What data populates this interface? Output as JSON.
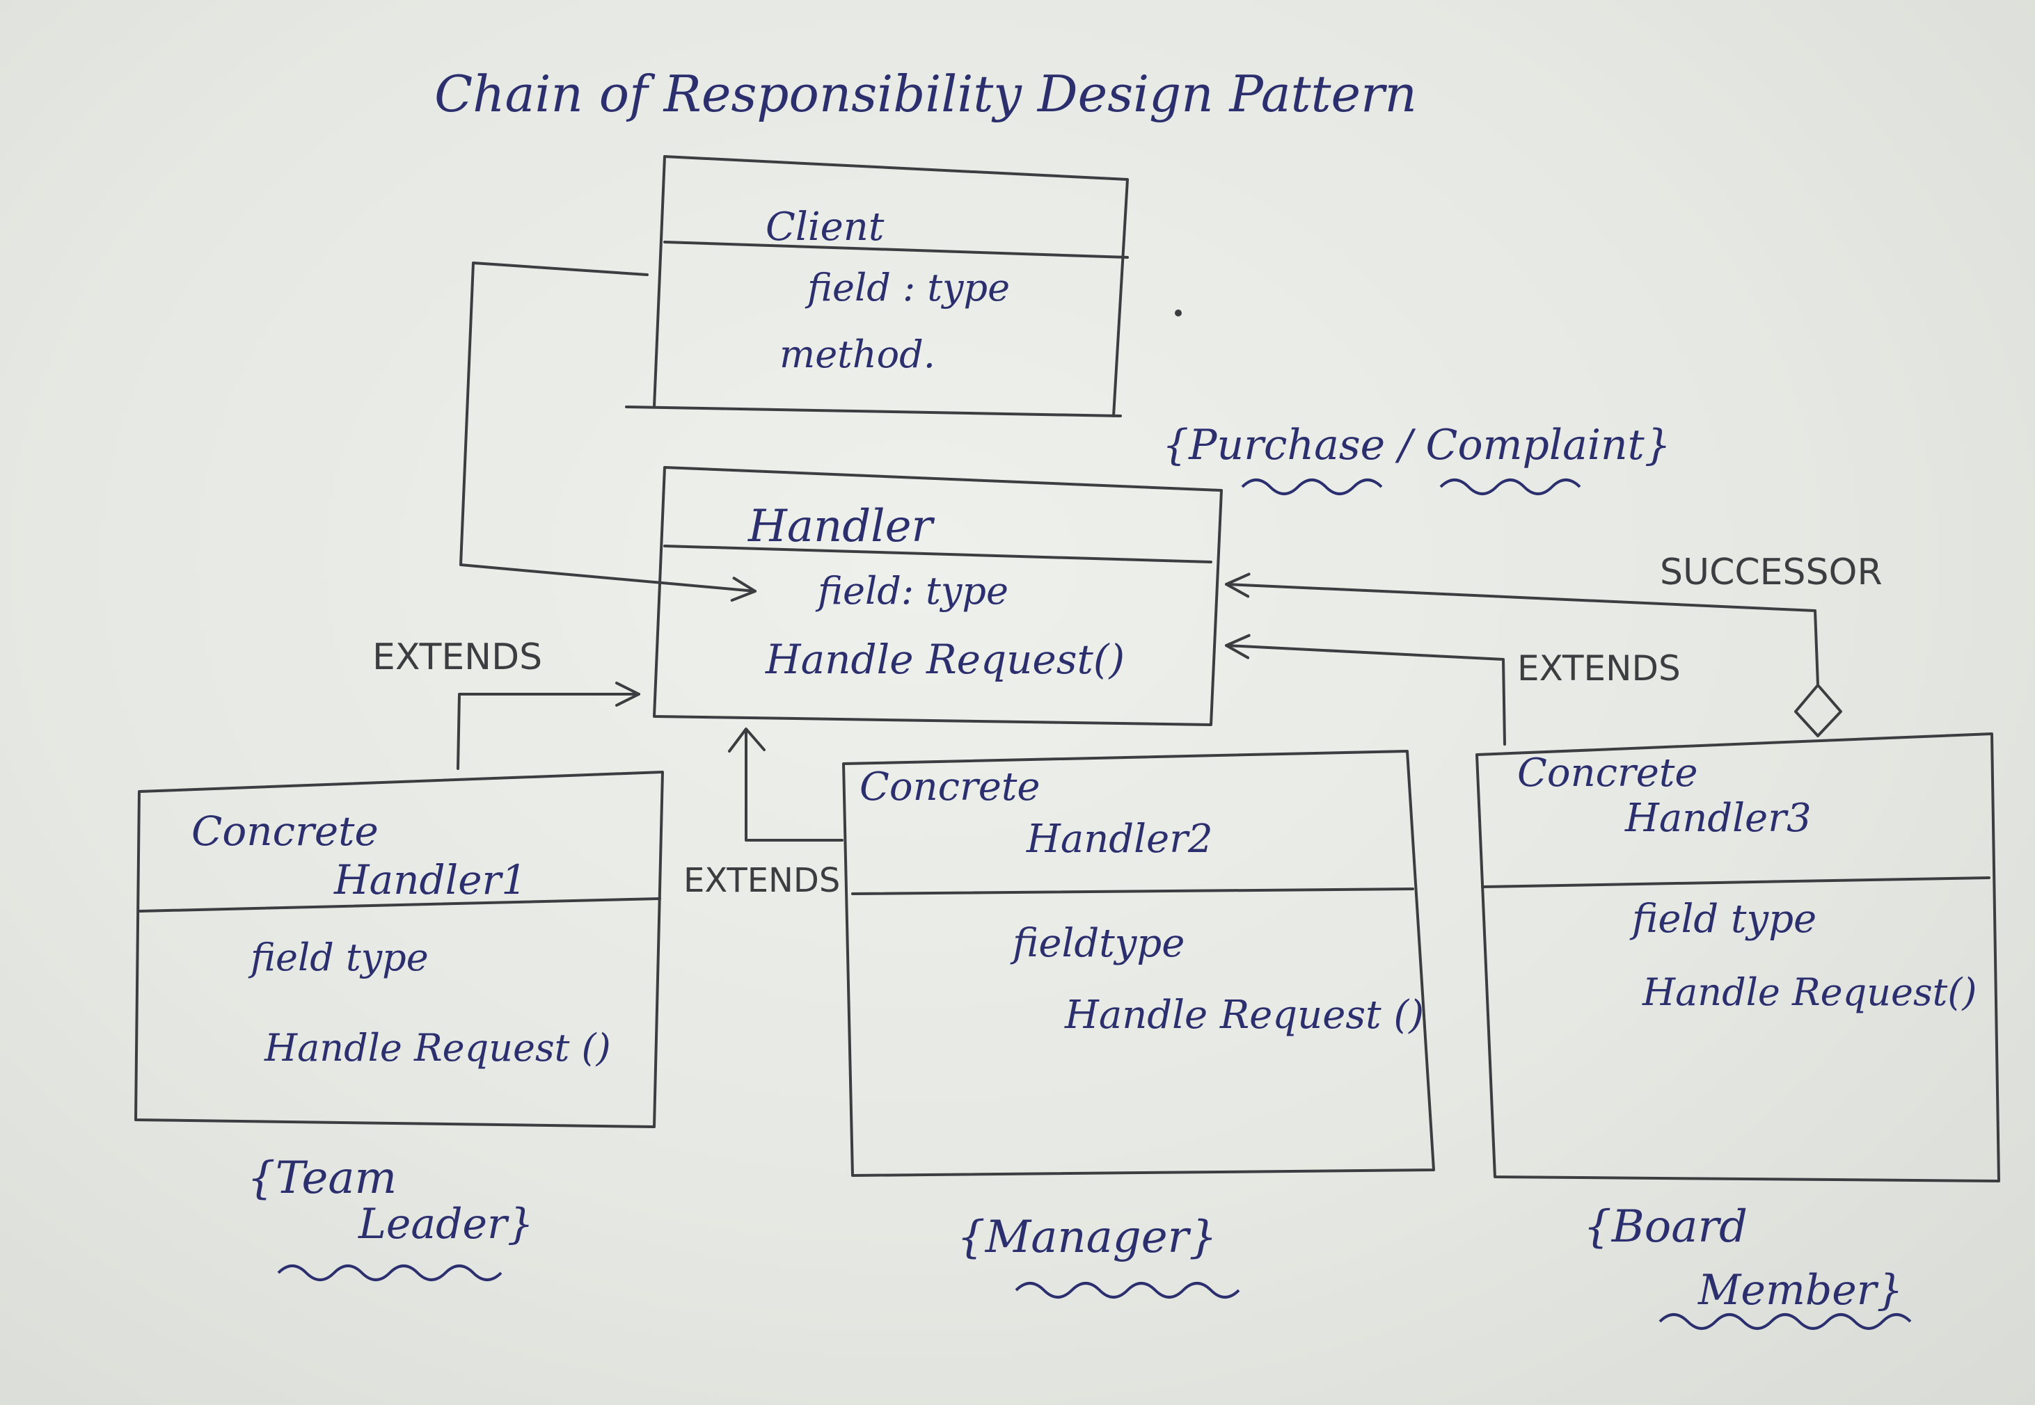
{
  "title": "Chain of Responsibility Design Pattern",
  "client": {
    "name": "Client",
    "field": "field : type",
    "method": "method."
  },
  "handler": {
    "name": "Handler",
    "field": "field: type",
    "method": "Handle Request()",
    "annotation": "{Purchase / Complaint}"
  },
  "concrete1": {
    "name_line1": "Concrete",
    "name_line2": "Handler1",
    "field": "field type",
    "method": "Handle Request ()",
    "annotation_line1": "{Team",
    "annotation_line2": "Leader}"
  },
  "concrete2": {
    "name_line1": "Concrete",
    "name_line2": "Handler2",
    "field": "fieldtype",
    "method": "Handle Request ()",
    "annotation": "{Manager}"
  },
  "concrete3": {
    "name_line1": "Concrete",
    "name_line2": "Handler3",
    "field": "field type",
    "method": "Handle Request()",
    "annotation_line1": "{Board",
    "annotation_line2": "Member}"
  },
  "relations": {
    "extends_left": "EXTENDS",
    "extends_middle": "EXTENDS",
    "extends_right": "EXTENDS",
    "successor": "SUCCESSOR"
  },
  "colors": {
    "paper": "#e6e8e3",
    "pencil": "#3b3d40",
    "ink": "#2c2f6e"
  }
}
